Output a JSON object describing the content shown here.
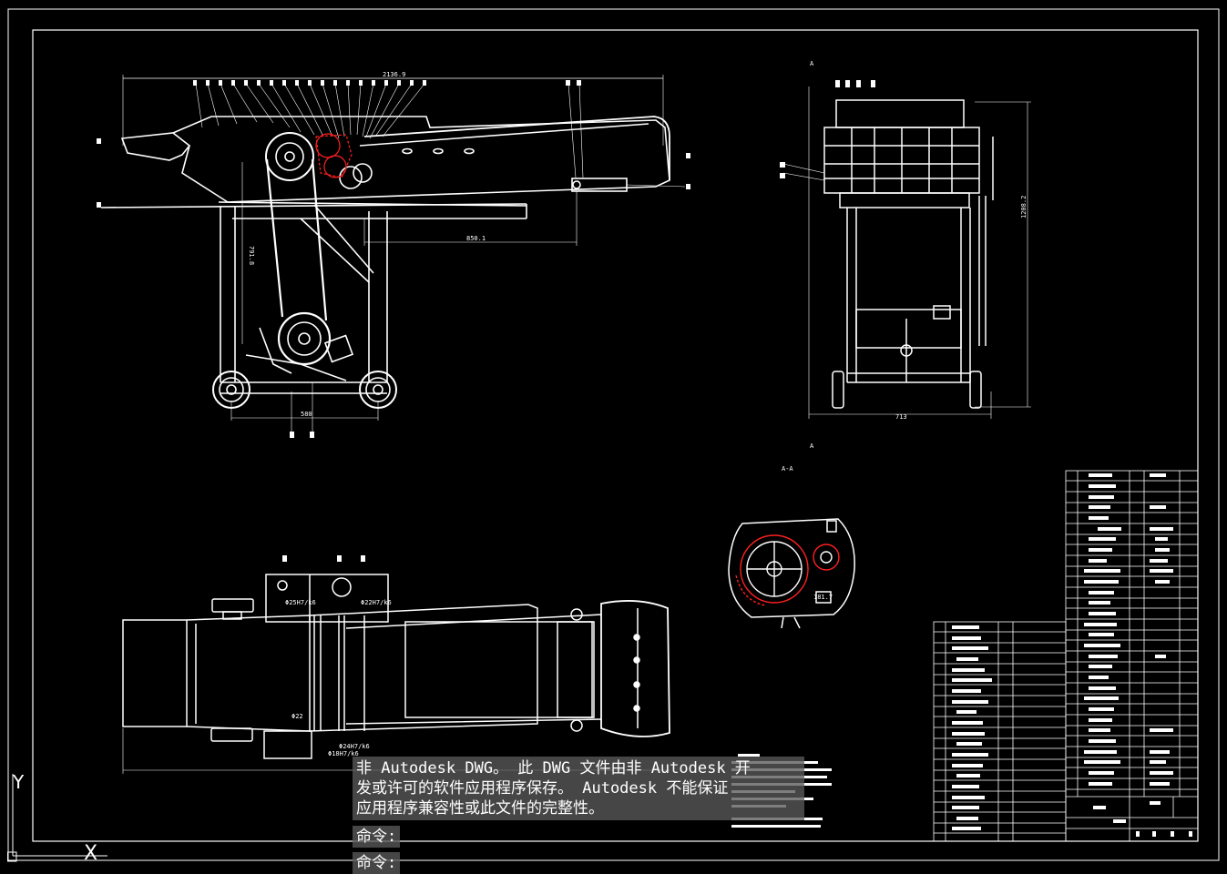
{
  "message": {
    "line1": "非 Autodesk DWG。 此 DWG 文件由非 Autodesk 开",
    "line2": "发或许可的软件应用程序保存。 Autodesk 不能保证",
    "line3": "应用程序兼容性或此文件的完整性。"
  },
  "command_line": {
    "prompt1": "命令:",
    "prompt2": "命令:"
  },
  "drawing": {
    "dims": {
      "front_length": "2136.9",
      "front_mid": "850.1",
      "front_vert": "791.8",
      "front_wheelbase": "580",
      "side_width": "713",
      "side_height": "1208.2",
      "section_label": "A-A",
      "section_mark_top": "A",
      "section_mark_bottom": "A",
      "section_dim": "181.7",
      "plan_dim1": "Φ25H7/k6",
      "plan_dim2": "Φ22H7/k6",
      "plan_dim3": "Φ24H7/k6",
      "plan_dim4": "Φ18H7/k6",
      "plan_dim5": "Φ22"
    }
  },
  "ucs": {
    "y_label": "Y",
    "x_label": "X"
  },
  "colors": {
    "background": "#000000",
    "line": "#ffffff",
    "highlight": "#ff2020",
    "overlay": "#5a5a5a"
  }
}
